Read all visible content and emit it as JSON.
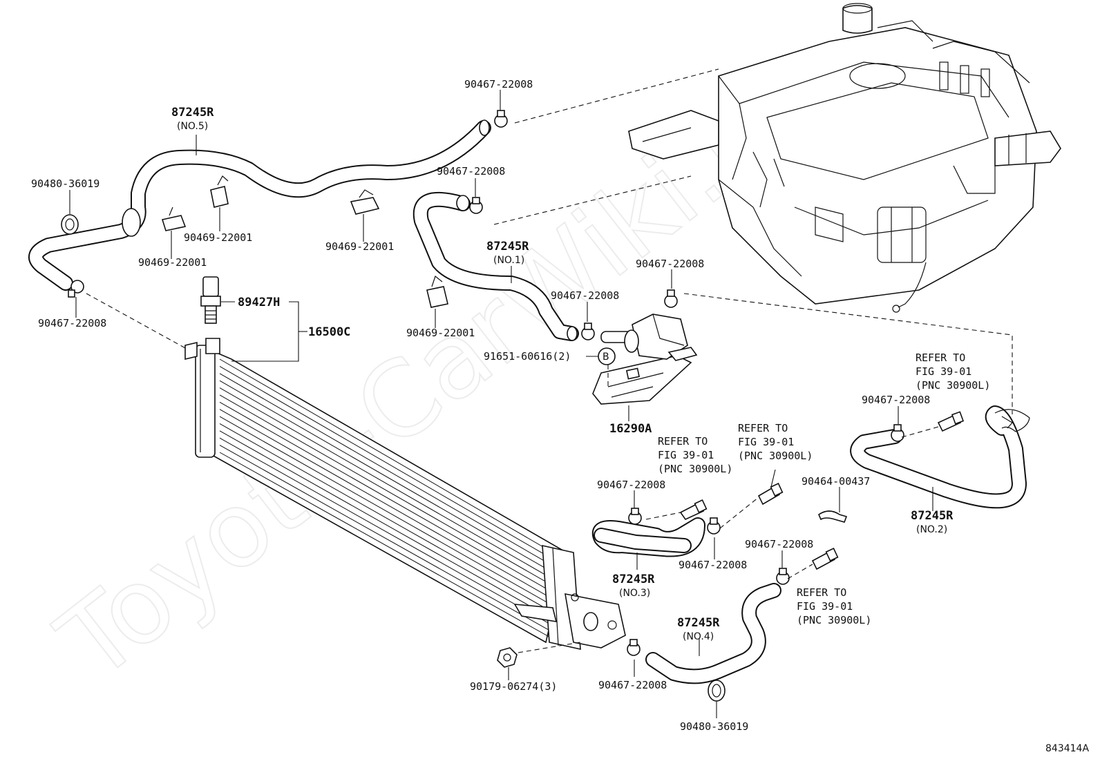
{
  "watermark": "Toyota-CarWiki.ru",
  "diagram_code": "843414A",
  "marker_b": "B",
  "labels": {
    "hose_no5_pn": "87245R",
    "hose_no5_sub": "(NO.5)",
    "hose_no1_pn": "87245R",
    "hose_no1_sub": "(NO.1)",
    "hose_no2_pn": "87245R",
    "hose_no2_sub": "(NO.2)",
    "hose_no3_pn": "87245R",
    "hose_no3_sub": "(NO.3)",
    "hose_no4_pn": "87245R",
    "hose_no4_sub": "(NO.4)",
    "grommet_top": "90480-36019",
    "grommet_bottom": "90480-36019",
    "clip_top_center": "90467-22008",
    "clip_mid_upper": "90467-22008",
    "clip_left": "90467-22008",
    "clip_pump_right": "90467-22008",
    "clip_pump_left": "90467-22008",
    "clip_right_hose2": "90467-22008",
    "clip_hose3_left": "90467-22008",
    "clip_hose3_right": "90467-22008",
    "clip_hose4_right": "90467-22008",
    "clip_hose4_left": "90467-22008",
    "clamp_a": "90469-22001",
    "clamp_b": "90469-22001",
    "clamp_c": "90469-22001",
    "clamp_d": "90469-22001",
    "sensor": "89427H",
    "radiator": "16500C",
    "pump_bolt": "91651-60616(2)",
    "pump": "16290A",
    "clip_small": "90464-00437",
    "nut": "90179-06274(3)"
  },
  "refer_notes": [
    {
      "line1": "REFER TO",
      "line2": "FIG 39-01",
      "line3": "(PNC 30900L)"
    },
    {
      "line1": "REFER TO",
      "line2": "FIG 39-01",
      "line3": "(PNC 30900L)"
    },
    {
      "line1": "REFER TO",
      "line2": "FIG 39-01",
      "line3": "(PNC 30900L)"
    },
    {
      "line1": "REFER TO",
      "line2": "FIG 39-01",
      "line3": "(PNC 30900L)"
    }
  ]
}
